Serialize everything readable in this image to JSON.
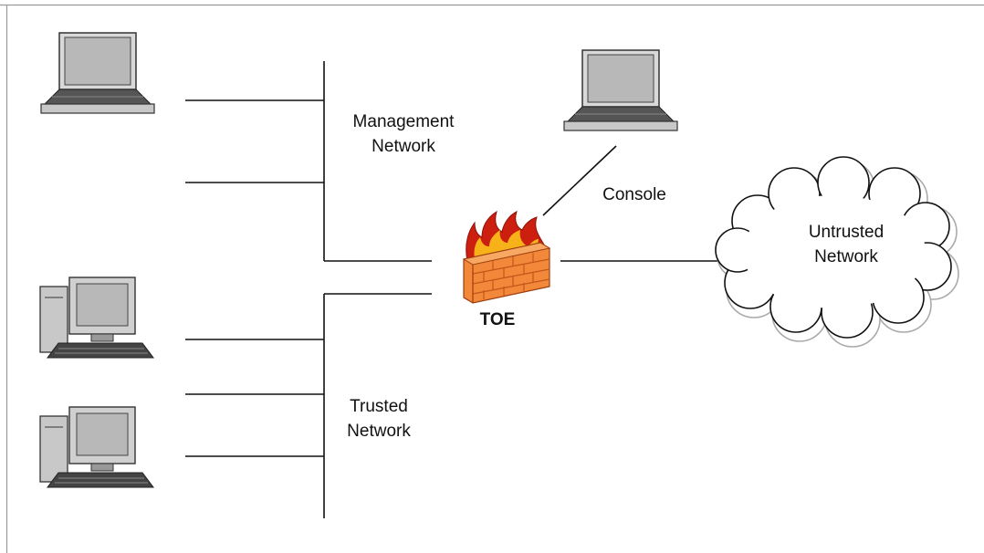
{
  "labels": {
    "management_network": [
      "Management",
      "Network"
    ],
    "console": "Console",
    "untrusted_network": [
      "Untrusted",
      "Network"
    ],
    "trusted_network": [
      "Trusted",
      "Network"
    ],
    "toe": "TOE"
  },
  "icons": {
    "laptop": "laptop-icon",
    "desktop": "desktop-computer-icon",
    "firewall": "firewall-icon",
    "cloud": "cloud-icon"
  },
  "colors": {
    "line": "#111111",
    "frame": "#555555",
    "device_body": "#c8c8c8",
    "device_screen": "#b8b8b8",
    "firewall_brick": "#f2883a",
    "firewall_mortar": "#c4561a",
    "flame_outer": "#cc1f10",
    "flame_inner": "#f7b21a",
    "cloud_outline": "#111111"
  }
}
